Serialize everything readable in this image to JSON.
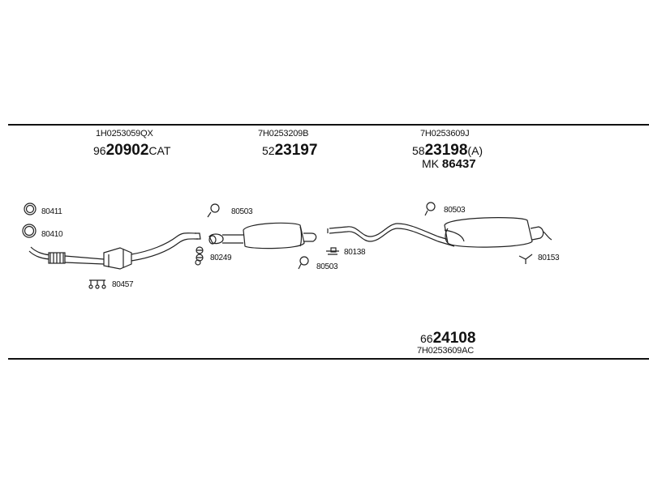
{
  "assemblies": [
    {
      "oe": "1H0253059QX",
      "prefix": "96",
      "number": "20902",
      "suffix": "CAT"
    },
    {
      "oe": "7H0253209B",
      "prefix": "52",
      "number": "23197",
      "suffix": ""
    },
    {
      "oe": "7H0253609J",
      "prefix": "58",
      "number": "23198",
      "suffix": "(A)",
      "kit_prefix": "MK",
      "kit_number": "86437"
    },
    {
      "oe": "7H0253609AC",
      "prefix": "66",
      "number": "24108",
      "suffix": ""
    }
  ],
  "small_parts": {
    "p1": "80411",
    "p2": "80410",
    "p3": "80457",
    "p4": "80503",
    "p5": "80249",
    "p6": "80138",
    "p7": "80503",
    "p8": "80503",
    "p9": "80153"
  }
}
